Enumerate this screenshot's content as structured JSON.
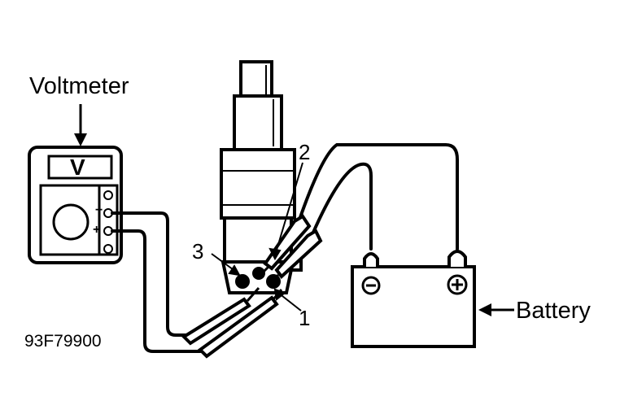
{
  "labels": {
    "voltmeter": "Voltmeter",
    "battery": "Battery",
    "figure_ref": "93F79900",
    "callout_1": "1",
    "callout_2": "2",
    "callout_3": "3",
    "meter_display": "V",
    "minus_symbol": "−",
    "plus_symbol": "+"
  },
  "colors": {
    "ink": "#000000",
    "paper": "#ffffff"
  }
}
